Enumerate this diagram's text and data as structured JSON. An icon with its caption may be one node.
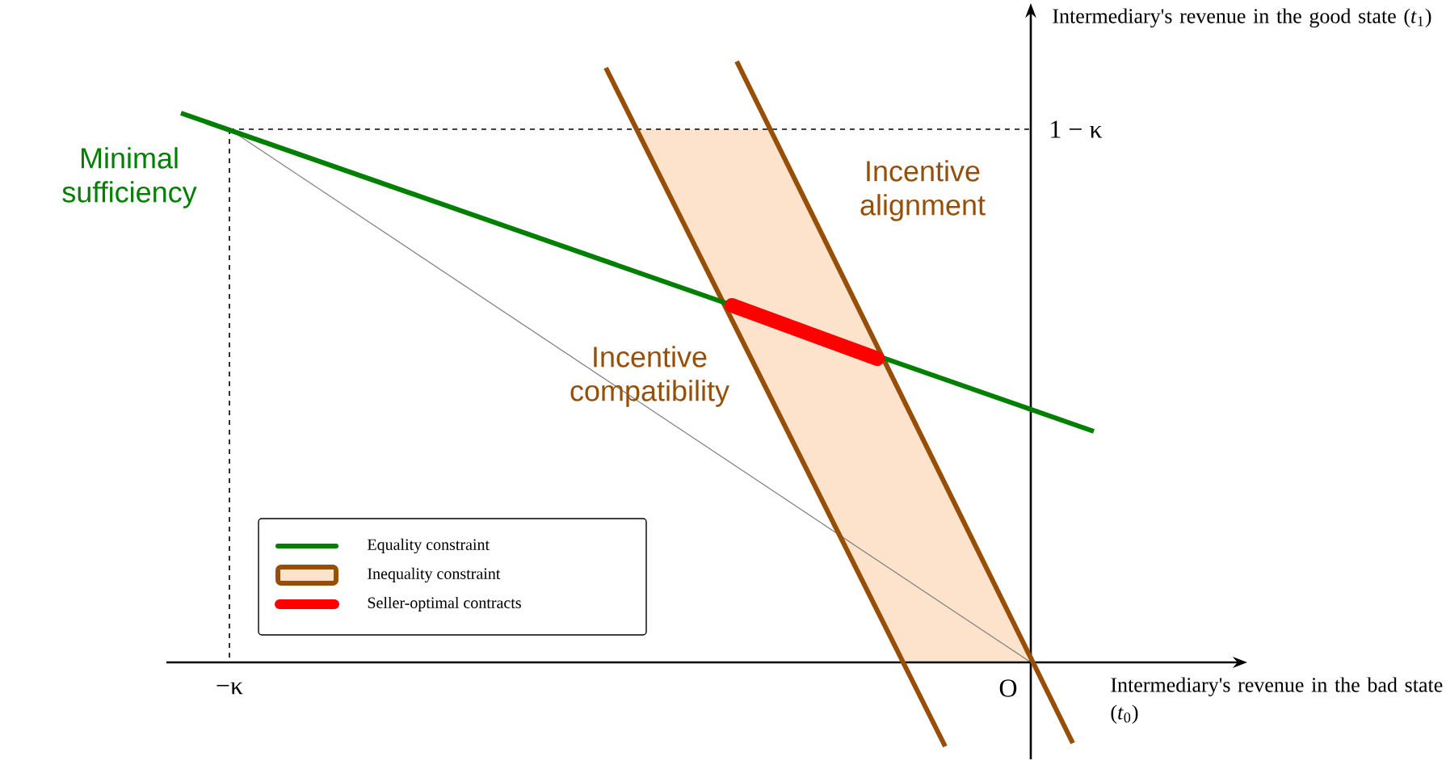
{
  "diagram": {
    "labels": [
      "Intermediary's revenue in the good state (*t*$_{1}$)",
      "1 − κ",
      "Minimal sufficiency",
      "Incentive alignment",
      "Incentive compatibility",
      "−κ",
      "O",
      "Intermediary's revenue in the bad state (*t*$_{0}$)"
    ],
    "legend": [
      {
        "text": "Equality constraint"
      },
      {
        "text": "Inequality constraint"
      },
      {
        "text": "Seller-optimal contracts"
      }
    ]
  }
}
